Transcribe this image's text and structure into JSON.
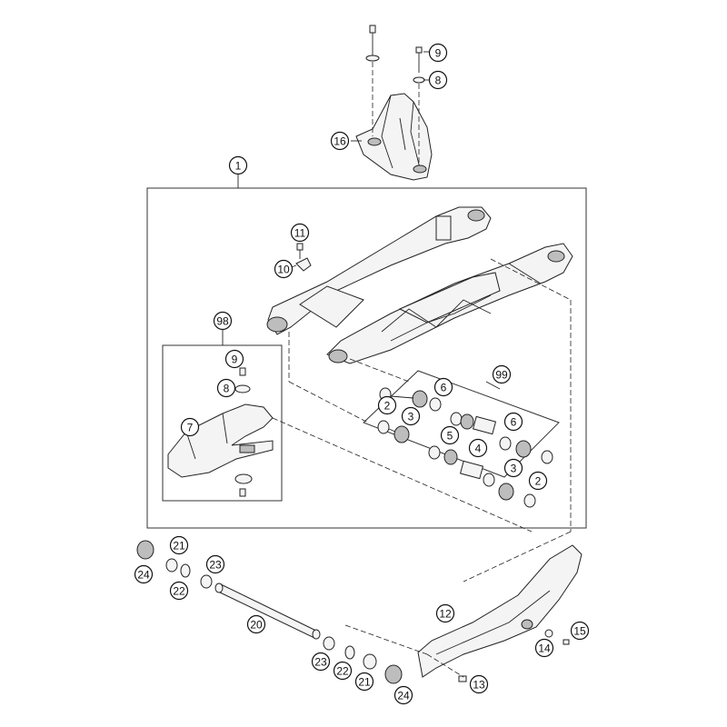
{
  "diagram": {
    "callouts": [
      {
        "id": "c-9-top",
        "label": "9"
      },
      {
        "id": "c-8-top",
        "label": "8"
      },
      {
        "id": "c-16",
        "label": "16"
      },
      {
        "id": "c-1",
        "label": "1"
      },
      {
        "id": "c-11",
        "label": "11"
      },
      {
        "id": "c-10",
        "label": "10"
      },
      {
        "id": "c-98",
        "label": "98"
      },
      {
        "id": "c-9-kit",
        "label": "9"
      },
      {
        "id": "c-8-kit",
        "label": "8"
      },
      {
        "id": "c-7",
        "label": "7"
      },
      {
        "id": "c-99",
        "label": "99"
      },
      {
        "id": "c-2-a",
        "label": "2"
      },
      {
        "id": "c-6-a",
        "label": "6"
      },
      {
        "id": "c-3-a",
        "label": "3"
      },
      {
        "id": "c-5",
        "label": "5"
      },
      {
        "id": "c-6-b",
        "label": "6"
      },
      {
        "id": "c-4",
        "label": "4"
      },
      {
        "id": "c-3-b",
        "label": "3"
      },
      {
        "id": "c-2-b",
        "label": "2"
      },
      {
        "id": "c-21-a",
        "label": "21"
      },
      {
        "id": "c-24-a",
        "label": "24"
      },
      {
        "id": "c-23-a",
        "label": "23"
      },
      {
        "id": "c-22-a",
        "label": "22"
      },
      {
        "id": "c-20",
        "label": "20"
      },
      {
        "id": "c-12",
        "label": "12"
      },
      {
        "id": "c-15",
        "label": "15"
      },
      {
        "id": "c-14",
        "label": "14"
      },
      {
        "id": "c-23-b",
        "label": "23"
      },
      {
        "id": "c-22-b",
        "label": "22"
      },
      {
        "id": "c-21-b",
        "label": "21"
      },
      {
        "id": "c-13",
        "label": "13"
      },
      {
        "id": "c-24-b",
        "label": "24"
      }
    ]
  }
}
